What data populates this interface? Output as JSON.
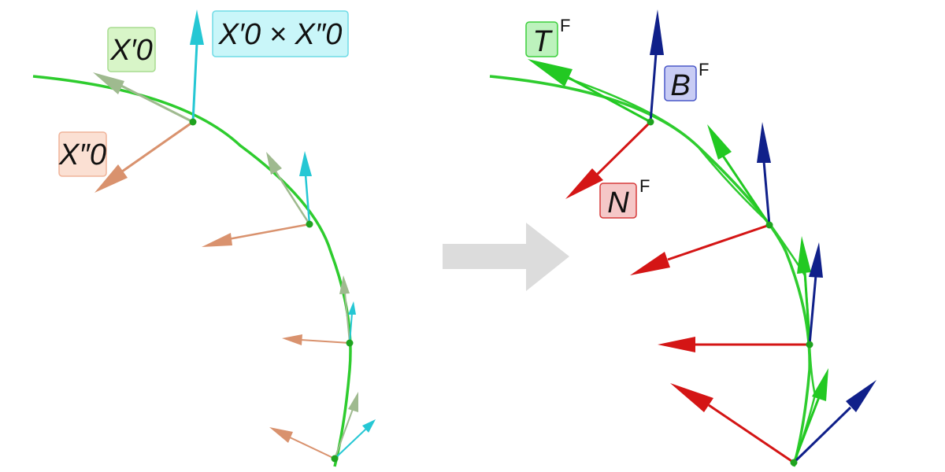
{
  "left_panel": {
    "labels": {
      "first_derivative": "X′0",
      "second_derivative": "X″0",
      "cross_product": "X′0 × X″0"
    }
  },
  "right_panel": {
    "labels": {
      "tangent": "T",
      "normal": "N",
      "binormal": "B",
      "frame_superscript": "F"
    }
  },
  "colors": {
    "curve": "#2ecc2e",
    "tangent_left": "#9fba8f",
    "normal_left": "#d9926e",
    "cross_left": "#25c7d4",
    "tangent_right": "#22c922",
    "normal_right": "#d41515",
    "binormal_right": "#10208a",
    "transition_arrow": "#dcdcdc"
  }
}
